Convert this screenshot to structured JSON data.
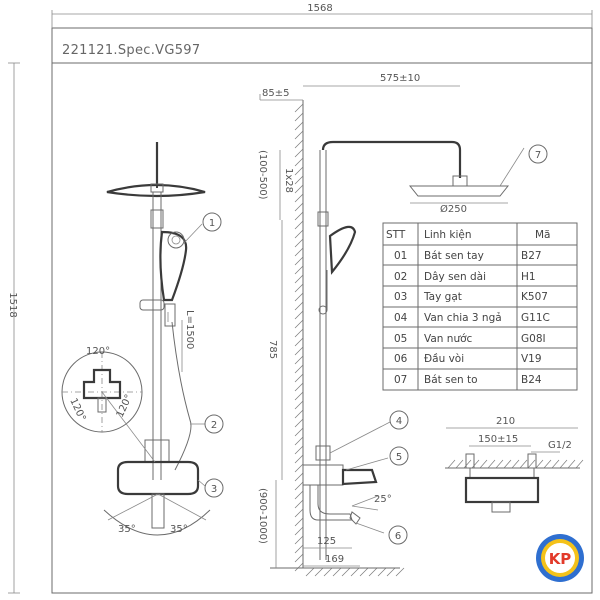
{
  "title": "221121.Spec.VG597",
  "dimensions": {
    "overall_width": "1568",
    "overall_height": "1518",
    "wall_offset": "85±5",
    "arm_length": "575±10",
    "arm_height": "(100-500)",
    "head_tilt": "1x28",
    "head_diameter": "Ø250",
    "hose_length": "L=1500",
    "column_height": "785",
    "mixer_height": "(900-1000)",
    "spout_reach_1": "125",
    "spout_reach_2": "169",
    "spout_angle": "25°",
    "rotation_top": "120°",
    "rotation_left": "120°",
    "rotation_right": "120°",
    "swing_left": "35°",
    "swing_right": "35°",
    "inlet_width": "210",
    "inlet_centers": "150±15",
    "inlet_thread": "G1/2"
  },
  "callouts": [
    "1",
    "2",
    "3",
    "4",
    "5",
    "6",
    "7"
  ],
  "parts_table": {
    "headers": [
      "STT",
      "Linh kiện",
      "Mã"
    ],
    "rows": [
      [
        "01",
        "Bát sen tay",
        "B27"
      ],
      [
        "02",
        "Dây sen dài",
        "H1"
      ],
      [
        "03",
        "Tay gạt",
        "K507"
      ],
      [
        "04",
        "Van chia 3 ngả",
        "G11C"
      ],
      [
        "05",
        "Van nước",
        "G08I"
      ],
      [
        "06",
        "Đầu vòi",
        "V19"
      ],
      [
        "07",
        "Bát sen to",
        "B24"
      ]
    ]
  },
  "logo": {
    "text": "KP",
    "colors": {
      "ring": "#2f6fd0",
      "blue": "#1c56c4",
      "red": "#e23a2a",
      "yellow": "#f4c21a"
    }
  }
}
